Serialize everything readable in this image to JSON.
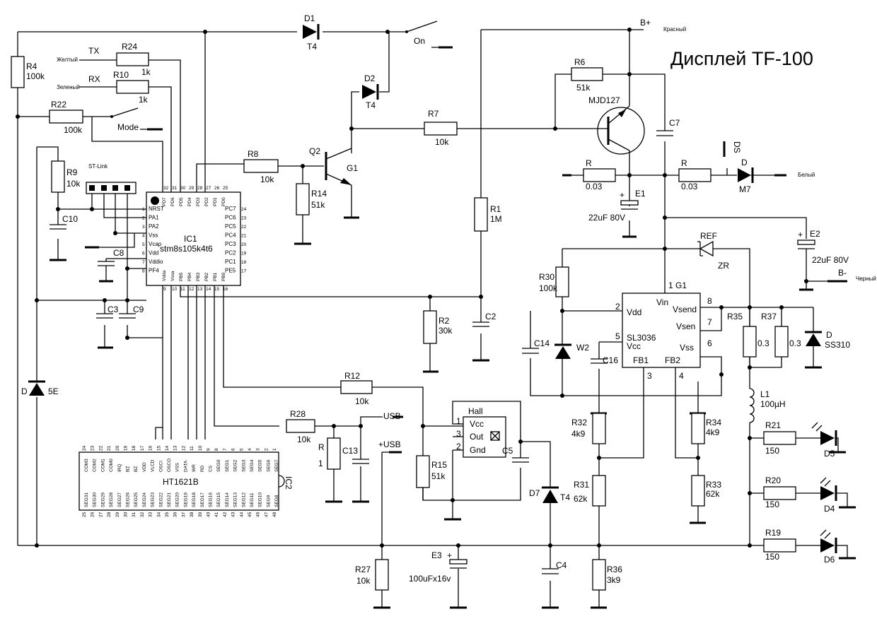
{
  "title": "Дисплей TF-100",
  "wire_labels": {
    "tx": "TX",
    "rx": "RX",
    "tx_color": "Желтый",
    "rx_color": "Зеленый",
    "st_link": "ST-Link",
    "mode": "Mode",
    "on": "On",
    "bplus": "B+",
    "bplus_color": "Красный",
    "bminus": "B-",
    "bminus_color": "Черный",
    "white": "Белый",
    "ds": "DS",
    "hall": "Hall",
    "minus_usb": "-USB",
    "plus_usb": "+USB",
    "g1": "G1"
  },
  "ic1": {
    "ref": "IC1",
    "part": "stm8s105k4t6",
    "top_pins": [
      "PD7",
      "PD6",
      "PD5",
      "PD4",
      "PD3",
      "PD2",
      "PD1",
      "PD0"
    ],
    "top_nums": [
      "32",
      "31",
      "30",
      "29",
      "28",
      "27",
      "26",
      "25"
    ],
    "left_pins": [
      "NRST",
      "PA1",
      "PA2",
      "Vss",
      "Vcap",
      "Vdd",
      "Vddio",
      "PF4"
    ],
    "left_nums": [
      "1",
      "2",
      "3",
      "4",
      "5",
      "6",
      "7",
      "8"
    ],
    "right_pins": [
      "PC7",
      "PC6",
      "PC5",
      "PC4",
      "PC3",
      "PC2",
      "PC1",
      "PE5"
    ],
    "right_nums": [
      "24",
      "23",
      "22",
      "21",
      "20",
      "19",
      "18",
      "17"
    ],
    "bottom_pins": [
      "Vdda",
      "Vssa",
      "PB5",
      "PB4",
      "PB3",
      "PB2",
      "PB1",
      "PB0"
    ],
    "bottom_nums": [
      "9",
      "10",
      "11",
      "12",
      "13",
      "14",
      "15",
      "16"
    ]
  },
  "ic2": {
    "ref": "IC2",
    "part": "HT1621B",
    "top_pins": [
      "COM3",
      "COM2",
      "COM1",
      "COM0",
      "IRQ",
      "BZ",
      "BZ",
      "VDD",
      "VLCD",
      "OSCI",
      "OSCO",
      "VSS",
      "DATA",
      "WR",
      "RD",
      "CS",
      "SEG0",
      "SEG1",
      "SEG2",
      "SEG3",
      "SEG4",
      "SEG5",
      "SEG6",
      "SEG7"
    ],
    "top_nums": [
      "24",
      "23",
      "22",
      "21",
      "20",
      "19",
      "18",
      "17",
      "16",
      "15",
      "14",
      "13",
      "12",
      "11",
      "10",
      "9",
      "8",
      "7",
      "6",
      "5",
      "4",
      "3",
      "2",
      "1"
    ],
    "bottom_pins": [
      "SEG31",
      "SEG30",
      "SEG29",
      "SEG28",
      "SEG27",
      "SEG26",
      "SEG25",
      "SEG24",
      "SEG23",
      "SEG22",
      "SEG21",
      "SEG20",
      "SEG19",
      "SEG18",
      "SEG17",
      "SEG16",
      "SEG15",
      "SEG14",
      "SEG13",
      "SEG12",
      "SEG11",
      "SEG10",
      "SEG9",
      "SEG8"
    ],
    "bottom_nums": [
      "25",
      "26",
      "27",
      "28",
      "29",
      "30",
      "31",
      "32",
      "33",
      "34",
      "35",
      "36",
      "37",
      "38",
      "39",
      "40",
      "41",
      "42",
      "43",
      "44",
      "45",
      "46",
      "47",
      "48"
    ]
  },
  "sl3036": {
    "ref": "1 G1",
    "part": "SL3036",
    "pins": {
      "vdd": "Vdd",
      "vcc": "Vcc",
      "vin": "Vin",
      "vsend": "Vsend",
      "vsen": "Vsen",
      "vss": "Vss",
      "fb1": "FB1",
      "fb2": "FB2"
    },
    "nums": {
      "vdd": "2",
      "vcc": "5",
      "vsend": "8",
      "vsen": "7",
      "vss": "6",
      "fb1": "3",
      "fb2": "4"
    }
  },
  "hall_ic": {
    "vcc": "Vcc",
    "out": "Out",
    "gnd": "Gnd",
    "n1": "1",
    "n2": "2",
    "n3": "3"
  },
  "components": {
    "R4": {
      "ref": "R4",
      "val": "100k"
    },
    "R24": {
      "ref": "R24",
      "val": "1k"
    },
    "R10": {
      "ref": "R10",
      "val": "1k"
    },
    "R22": {
      "ref": "R22",
      "val": "100k"
    },
    "R9": {
      "ref": "R9",
      "val": "10k"
    },
    "R8": {
      "ref": "R8",
      "val": "10k"
    },
    "R14": {
      "ref": "R14",
      "val": "51k"
    },
    "R7": {
      "ref": "R7",
      "val": "10k"
    },
    "R6": {
      "ref": "R6",
      "val": "51k"
    },
    "R1": {
      "ref": "R1",
      "val": "1M"
    },
    "R2": {
      "ref": "R2",
      "val": "30k"
    },
    "Rs1": {
      "ref": "R",
      "val": "0.03"
    },
    "Rs2": {
      "ref": "R",
      "val": "0.03"
    },
    "R30": {
      "ref": "R30",
      "val": "100k"
    },
    "R35": {
      "ref": "R35",
      "val": "0.3"
    },
    "R37": {
      "ref": "R37",
      "val": "0.3"
    },
    "R12": {
      "ref": "R12",
      "val": "10k"
    },
    "R28": {
      "ref": "R28",
      "val": "10k"
    },
    "R": {
      "ref": "R",
      "val": "1"
    },
    "R15": {
      "ref": "R15",
      "val": "51k"
    },
    "R32": {
      "ref": "R32",
      "val": "4k9"
    },
    "R34": {
      "ref": "R34",
      "val": "4k9"
    },
    "R31": {
      "ref": "R31",
      "val": "62k"
    },
    "R33": {
      "ref": "R33",
      "val": "62k"
    },
    "R36": {
      "ref": "R36",
      "val": "3k9"
    },
    "R27": {
      "ref": "R27",
      "val": "10k"
    },
    "R21": {
      "ref": "R21",
      "val": "150"
    },
    "R20": {
      "ref": "R20",
      "val": "150"
    },
    "R19": {
      "ref": "R19",
      "val": "150"
    },
    "C10": {
      "ref": "C10"
    },
    "C8": {
      "ref": "C8"
    },
    "C3": {
      "ref": "C3"
    },
    "C9": {
      "ref": "C9"
    },
    "C2": {
      "ref": "C2"
    },
    "C7": {
      "ref": "C7"
    },
    "C14": {
      "ref": "C14"
    },
    "C16": {
      "ref": "C16"
    },
    "C13": {
      "ref": "C13"
    },
    "C5": {
      "ref": "C5"
    },
    "C4": {
      "ref": "C4"
    },
    "E1": {
      "ref": "E1",
      "val": "22uF 80V"
    },
    "E2": {
      "ref": "E2",
      "val": "22uF 80V"
    },
    "E3": {
      "ref": "E3",
      "val": "100uFx16v"
    },
    "D1": {
      "ref": "D1",
      "val": "T4"
    },
    "D2": {
      "ref": "D2",
      "val": "T4"
    },
    "D7": {
      "ref": "D7",
      "val": "T4"
    },
    "D5E": {
      "ref": "D",
      "val": "5E"
    },
    "DM7": {
      "ref": "D",
      "val": "M7"
    },
    "DSS": {
      "ref": "D",
      "val": "SS310"
    },
    "W2": {
      "ref": "W2"
    },
    "REF": {
      "ref": "REF",
      "val": "ZR"
    },
    "Q2": {
      "ref": "Q2"
    },
    "Q1": {
      "ref": "MJD127"
    },
    "L1": {
      "ref": "L1",
      "val": "100µH"
    },
    "D4": {
      "ref": "D4"
    },
    "D5": {
      "ref": "D5"
    },
    "D6": {
      "ref": "D6"
    }
  }
}
